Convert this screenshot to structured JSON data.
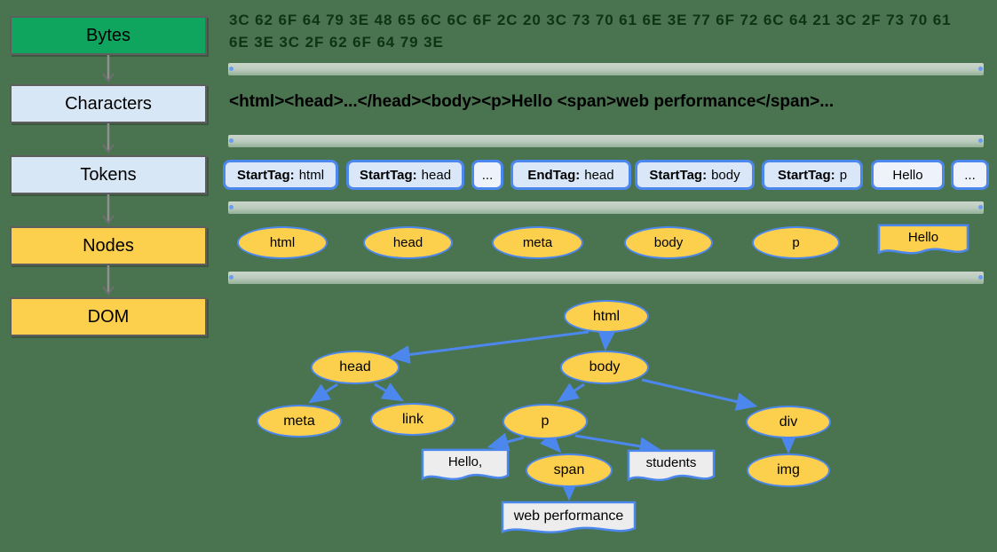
{
  "flowchart": {
    "steps": [
      {
        "label": "Bytes"
      },
      {
        "label": "Characters"
      },
      {
        "label": "Tokens"
      },
      {
        "label": "Nodes"
      },
      {
        "label": "DOM"
      }
    ]
  },
  "bytes_row": {
    "line1": "3C 62 6F 64 79 3E 48 65 6C 6C 6F 2C 20 3C 73 70 61 6E 3E 77 6F 72 6C 64 21 3C 2F 73 70 61",
    "line2": "6E 3E 3C 2F 62 6F 64 79 3E"
  },
  "characters_row": {
    "text": "<html><head>...</head><body><p>Hello <span>web performance</span>..."
  },
  "tokens_row": [
    {
      "label": "StartTag:",
      "value": "html"
    },
    {
      "label": "StartTag:",
      "value": "head"
    },
    {
      "value": "..."
    },
    {
      "label": "EndTag:",
      "value": "head"
    },
    {
      "label": "StartTag:",
      "value": "body"
    },
    {
      "label": "StartTag:",
      "value": "p"
    },
    {
      "value": "Hello"
    },
    {
      "value": "..."
    }
  ],
  "nodes_row": [
    {
      "label": "html",
      "shape": "ellipse"
    },
    {
      "label": "head",
      "shape": "ellipse"
    },
    {
      "label": "meta",
      "shape": "ellipse"
    },
    {
      "label": "body",
      "shape": "ellipse"
    },
    {
      "label": "p",
      "shape": "ellipse"
    },
    {
      "label": "Hello",
      "shape": "document"
    }
  ],
  "dom_tree": {
    "nodes": [
      {
        "id": "html",
        "label": "html",
        "shape": "ellipse"
      },
      {
        "id": "head",
        "label": "head",
        "shape": "ellipse"
      },
      {
        "id": "body",
        "label": "body",
        "shape": "ellipse"
      },
      {
        "id": "meta",
        "label": "meta",
        "shape": "ellipse"
      },
      {
        "id": "link",
        "label": "link",
        "shape": "ellipse"
      },
      {
        "id": "p",
        "label": "p",
        "shape": "ellipse"
      },
      {
        "id": "div",
        "label": "div",
        "shape": "ellipse"
      },
      {
        "id": "hello",
        "label": "Hello,",
        "shape": "document"
      },
      {
        "id": "span",
        "label": "span",
        "shape": "ellipse"
      },
      {
        "id": "students",
        "label": "students",
        "shape": "document"
      },
      {
        "id": "img",
        "label": "img",
        "shape": "ellipse"
      },
      {
        "id": "webperf",
        "label": "web performance",
        "shape": "document"
      }
    ],
    "edges": [
      [
        "html",
        "head"
      ],
      [
        "html",
        "body"
      ],
      [
        "head",
        "meta"
      ],
      [
        "head",
        "link"
      ],
      [
        "body",
        "p"
      ],
      [
        "body",
        "div"
      ],
      [
        "p",
        "hello"
      ],
      [
        "p",
        "span"
      ],
      [
        "p",
        "students"
      ],
      [
        "span",
        "webperf"
      ],
      [
        "div",
        "img"
      ]
    ]
  },
  "colors": {
    "background": "#4a7350",
    "accent_blue": "#4c87ee",
    "node_yellow": "#fcd04d",
    "box_light_blue": "#d8e7f6",
    "bytes_box_green": "#10a55f",
    "doc_gray": "#ededed",
    "bytes_text_green": "#0d3413"
  }
}
